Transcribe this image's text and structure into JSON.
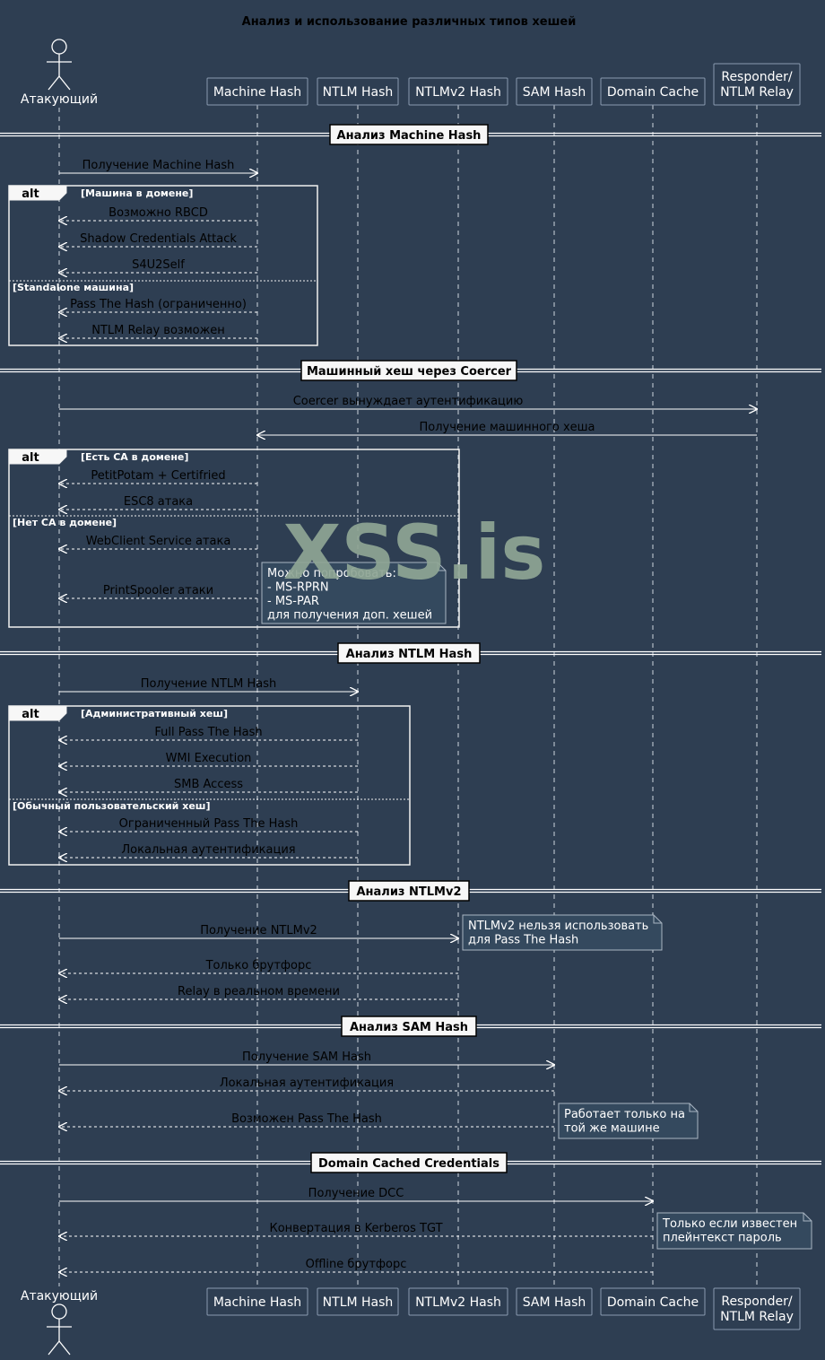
{
  "title": "Анализ и использование различных типов хешей",
  "watermark": "XSS.is",
  "participants": [
    {
      "id": "att",
      "label": [
        "Атакующий"
      ],
      "kind": "actor"
    },
    {
      "id": "mh",
      "label": [
        "Machine Hash"
      ],
      "kind": "box"
    },
    {
      "id": "nh",
      "label": [
        "NTLM Hash"
      ],
      "kind": "box"
    },
    {
      "id": "n2",
      "label": [
        "NTLMv2 Hash"
      ],
      "kind": "box"
    },
    {
      "id": "sam",
      "label": [
        "SAM Hash"
      ],
      "kind": "box"
    },
    {
      "id": "dc",
      "label": [
        "Domain Cache"
      ],
      "kind": "box"
    },
    {
      "id": "resp",
      "label": [
        "Responder/",
        "NTLM Relay"
      ],
      "kind": "box"
    }
  ],
  "sections": [
    {
      "label": "Анализ Machine Hash"
    },
    {
      "label": "Машинный хеш через Coercer"
    },
    {
      "label": "Анализ NTLM Hash"
    },
    {
      "label": "Анализ NTLMv2"
    },
    {
      "label": "Анализ SAM Hash"
    },
    {
      "label": "Domain Cached Credentials"
    }
  ],
  "alt_groups": [
    {
      "keyword": "alt",
      "guards": [
        "[Машина в домене]",
        "[Standalone машина]"
      ]
    },
    {
      "keyword": "alt",
      "guards": [
        "[Есть CA в домене]",
        "[Нет CA в домене]"
      ]
    },
    {
      "keyword": "alt",
      "guards": [
        "[Административный хеш]",
        "[Обычный пользовательский хеш]"
      ]
    }
  ],
  "messages": [
    {
      "from": "att",
      "to": "mh",
      "style": "solid",
      "text": "Получение Machine Hash"
    },
    {
      "from": "mh",
      "to": "att",
      "style": "dashed",
      "text": "Возможно RBCD"
    },
    {
      "from": "mh",
      "to": "att",
      "style": "dashed",
      "text": "Shadow Credentials Attack"
    },
    {
      "from": "mh",
      "to": "att",
      "style": "dashed",
      "text": "S4U2Self"
    },
    {
      "from": "mh",
      "to": "att",
      "style": "dashed",
      "text": "Pass The Hash (ограниченно)"
    },
    {
      "from": "mh",
      "to": "att",
      "style": "dashed",
      "text": "NTLM Relay возможен"
    },
    {
      "from": "att",
      "to": "resp",
      "style": "solid",
      "text": "Coercer вынуждает аутентификацию"
    },
    {
      "from": "resp",
      "to": "mh",
      "style": "solid",
      "text": "Получение машинного хеша"
    },
    {
      "from": "mh",
      "to": "att",
      "style": "dashed",
      "text": "PetitPotam + Certifried"
    },
    {
      "from": "mh",
      "to": "att",
      "style": "dashed",
      "text": "ESC8 атака"
    },
    {
      "from": "mh",
      "to": "att",
      "style": "dashed",
      "text": "WebClient Service атака"
    },
    {
      "from": "mh",
      "to": "att",
      "style": "dashed",
      "text": "PrintSpooler атаки"
    },
    {
      "from": "att",
      "to": "nh",
      "style": "solid",
      "text": "Получение NTLM Hash"
    },
    {
      "from": "nh",
      "to": "att",
      "style": "dashed",
      "text": "Full Pass The Hash"
    },
    {
      "from": "nh",
      "to": "att",
      "style": "dashed",
      "text": "WMI Execution"
    },
    {
      "from": "nh",
      "to": "att",
      "style": "dashed",
      "text": "SMB Access"
    },
    {
      "from": "nh",
      "to": "att",
      "style": "dashed",
      "text": "Ограниченный Pass The Hash"
    },
    {
      "from": "nh",
      "to": "att",
      "style": "dashed",
      "text": "Локальная аутентификация"
    },
    {
      "from": "att",
      "to": "n2",
      "style": "solid",
      "text": "Получение NTLMv2"
    },
    {
      "from": "n2",
      "to": "att",
      "style": "dashed",
      "text": "Только брутфорс"
    },
    {
      "from": "n2",
      "to": "att",
      "style": "dashed",
      "text": "Relay в реальном времени"
    },
    {
      "from": "att",
      "to": "sam",
      "style": "solid",
      "text": "Получение SAM Hash"
    },
    {
      "from": "sam",
      "to": "att",
      "style": "dashed",
      "text": "Локальная аутентификация"
    },
    {
      "from": "sam",
      "to": "att",
      "style": "dashed",
      "text": "Возможен Pass The Hash"
    },
    {
      "from": "att",
      "to": "dc",
      "style": "solid",
      "text": "Получение DCC"
    },
    {
      "from": "dc",
      "to": "att",
      "style": "dashed",
      "text": "Конвертация в Kerberos TGT"
    },
    {
      "from": "dc",
      "to": "att",
      "style": "dashed",
      "text": "Offline брутфорс"
    }
  ],
  "notes": [
    {
      "lines": [
        "Можно попробовать:",
        "- MS-RPRN",
        "- MS-PAR",
        "для получения доп. хешей"
      ]
    },
    {
      "lines": [
        "NTLMv2 нельзя использовать",
        "для Pass The Hash"
      ]
    },
    {
      "lines": [
        "Работает только на",
        "той же машине"
      ]
    },
    {
      "lines": [
        "Только если известен",
        "плейнтекст пароль"
      ]
    }
  ],
  "colors": {
    "background": "#2e3e52",
    "line": "#ffffff",
    "box_fill": "#2e3e52",
    "box_border": "#8a9bb0",
    "separator_fill": "#f7f7f7",
    "watermark": "#8fa695"
  }
}
